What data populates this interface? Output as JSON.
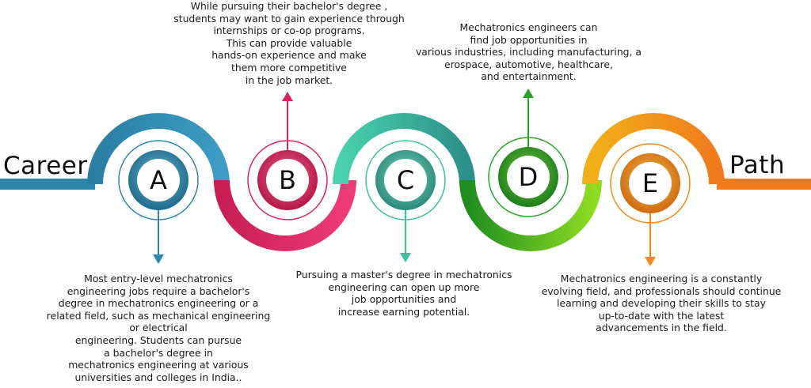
{
  "title_left": "Career",
  "title_right": "Path",
  "steps": [
    {
      "letter": "A",
      "color": "#2f86a8",
      "text": "Most entry-level mechatronics\nengineering jobs require a bachelor's\ndegree in mechatronics engineering or a\nrelated field, such as mechanical engineering\nor electrical\nengineering. Students can pursue\na bachelor's degree in\nmechatronics engineering at various\nuniversities and colleges in India.."
    },
    {
      "letter": "B",
      "color": "#d9245f",
      "text": "While pursuing their bachelor's degree ,\nstudents may want to gain experience through\ninternships or co-op programs.\nThis can provide valuable\nhands-on experience and make\nthem more competitive\nin the job market."
    },
    {
      "letter": "C",
      "color": "#3fbf9b",
      "text": "Pursuing a master's degree in mechatronics\nengineering can open up more\njob opportunities and\nincrease earning potential."
    },
    {
      "letter": "D",
      "color": "#2aa32a",
      "text": "Mechatronics engineers can\nfind job opportunities in\nvarious industries, including manufacturing, a\nerospace, automotive, healthcare,\nand entertainment."
    },
    {
      "letter": "E",
      "color": "#f08a1c",
      "text": "Mechatronics engineering is a constantly\nevolving field, and professionals should continue\nlearning and developing their skills to stay\nup-to-date with the latest\nadvancements in the field."
    }
  ]
}
